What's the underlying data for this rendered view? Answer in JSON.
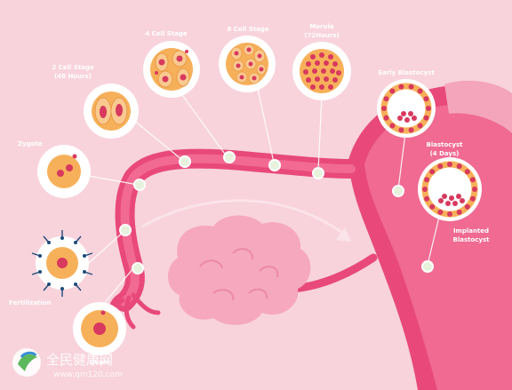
{
  "labels": {
    "ovum": "Ovum",
    "fertilization": "Fertilization",
    "zygote": "Zygote",
    "two_cell_line1": "2 Cell Stage",
    "two_cell_line2": "(48 Hours)",
    "four_cell": "4 Cell Stage",
    "eight_cell": "8 Cell Stage",
    "morula_line1": "Morula",
    "morula_line2": "(72Hours)",
    "early_blastocyst": "Early Blastocyst",
    "blastocyst_line1": "Blastocyst",
    "blastocyst_line2": "(4 Days)",
    "implanted_line1": "Implanted",
    "implanted_line2": "Blastocyst"
  },
  "watermark": {
    "title": "全民健康网",
    "url": "www.qm120.com"
  },
  "colors": {
    "background": "#f8d3dc",
    "tube": "#e8497a",
    "uterus": "#e8497a",
    "ovary": "#f5a8be",
    "cell": "#f7b05a",
    "nucleus": "#d8395e",
    "bubble": "#ffffff"
  }
}
